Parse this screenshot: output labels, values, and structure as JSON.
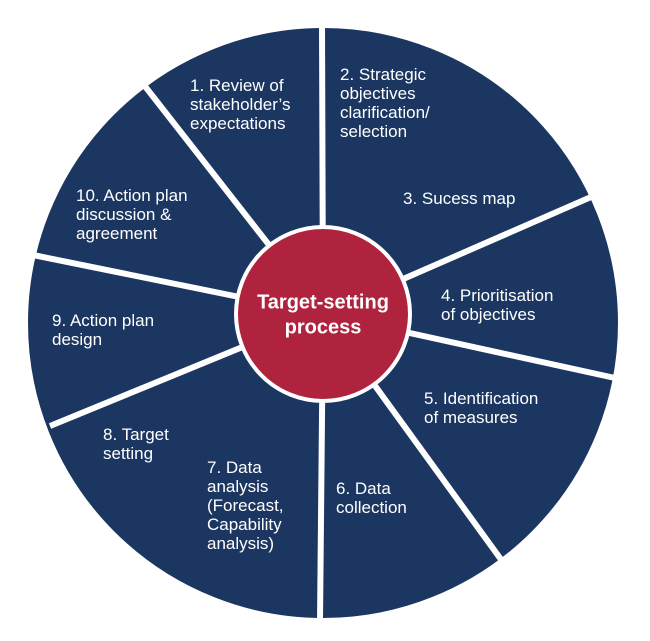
{
  "diagram": {
    "colors": {
      "segment": "#1b3660",
      "divider": "#ffffff",
      "hub": "#b0233f",
      "text": "#ffffff"
    },
    "hub": {
      "lines": [
        "Target-setting",
        "process"
      ]
    },
    "segments": [
      {
        "lines": [
          "1. Review of",
          "stakeholder’s",
          "expectations"
        ]
      },
      {
        "lines": [
          "2. Strategic",
          "objectives",
          "clarification/",
          "selection"
        ]
      },
      {
        "lines": [
          "3. Sucess map"
        ]
      },
      {
        "lines": [
          "4. Prioritisation",
          "of objectives"
        ]
      },
      {
        "lines": [
          "5. Identification",
          "of measures"
        ]
      },
      {
        "lines": [
          "6. Data",
          "collection"
        ]
      },
      {
        "lines": [
          "7. Data",
          "analysis",
          "(Forecast,",
          "Capability",
          "analysis)"
        ]
      },
      {
        "lines": [
          "8. Target",
          "setting"
        ]
      },
      {
        "lines": [
          "9. Action plan",
          "design"
        ]
      },
      {
        "lines": [
          "10. Action plan",
          "discussion &",
          "agreement"
        ]
      }
    ]
  }
}
